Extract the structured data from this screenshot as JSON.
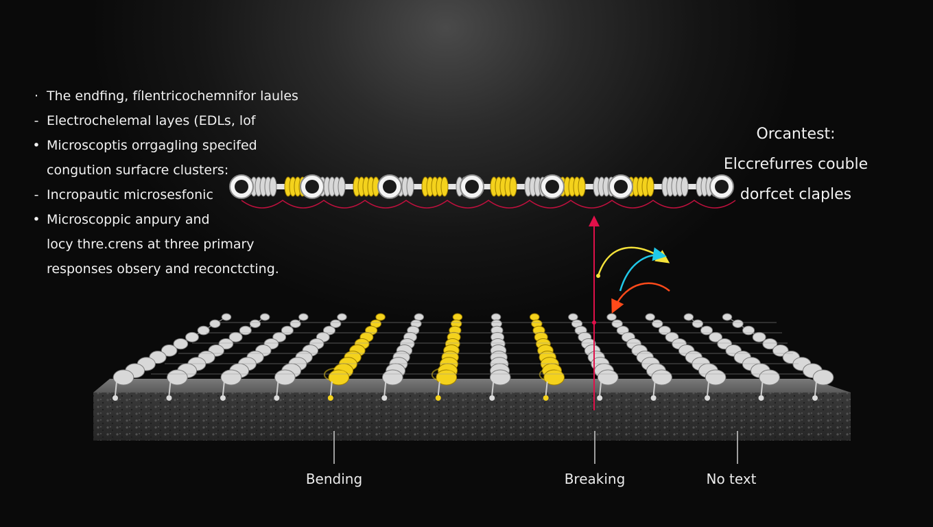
{
  "bullets": [
    {
      "marker": "·",
      "text": "The endfing, fílentricochemnifor laules"
    },
    {
      "marker": "-",
      "text": "Electrochelemal layes (EDLs, lof"
    },
    {
      "marker": "•",
      "text": "Microscoptis orrgagling specifed"
    },
    {
      "marker": "",
      "text": "congution surfacre clusters:"
    },
    {
      "marker": "-",
      "text": "Incropautic microsesfonic"
    },
    {
      "marker": "•",
      "text": "Microscoppic anpury and"
    },
    {
      "marker": "",
      "text": "locy thre.crens at three primary"
    },
    {
      "marker": "",
      "text": "responses obsery and reconctcting."
    }
  ],
  "note": {
    "line1": "Orcantest:",
    "line2": "Elccrefurres couble",
    "line3": "dorfcet claples"
  },
  "labels": {
    "bending": "Bending",
    "breaking": "Breaking",
    "no_text": "No text"
  },
  "colors": {
    "gold": "#f4d21c",
    "silver": "#d8d8d8",
    "red_arrow": "#e0104a",
    "arrow_yellow": "#f5e23a",
    "arrow_cyan": "#20c8e8",
    "arrow_red": "#ff4a1a"
  },
  "top_chain_pattern": [
    "silver",
    "gold",
    "silver",
    "gold",
    "silver",
    "gold",
    "silver",
    "gold",
    "silver",
    "gold",
    "silver",
    "gold",
    "silver",
    "silver"
  ],
  "base_rows_pattern": [
    "silver",
    "silver",
    "silver",
    "silver",
    "gold",
    "silver",
    "gold",
    "silver",
    "gold",
    "silver",
    "silver",
    "silver",
    "silver",
    "silver"
  ]
}
